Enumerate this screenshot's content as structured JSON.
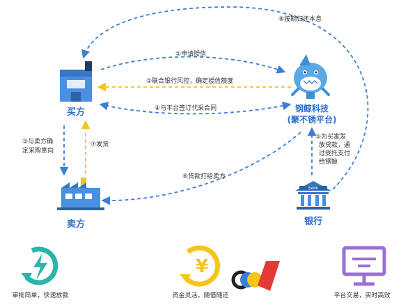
{
  "nodes": {
    "buyer": "买方",
    "seller": "卖方",
    "platform_line1": "钢鲸科技",
    "platform_line2": "(聚不锈平台)",
    "bank": "银行",
    "bank_sign": "BANK"
  },
  "steps": {
    "s1": "①申请授信",
    "s2": "②联合银行风控，确定授信额度",
    "s3_line1": "③与卖方确",
    "s3_line2": "定采购意向",
    "s4": "④与平台签订代采合同",
    "s5_line1": "⑤为买家发",
    "s5_line2": "放贷款，通",
    "s5_line3": "过受托支付",
    "s5_line4": "给钢鲸",
    "s6": "⑥货款打给卖方",
    "s7": "⑦发货",
    "s8": "⑧按期归还本息"
  },
  "features": {
    "f1": "审批简单，快速放款",
    "f2": "资金灵活，随借随还",
    "f3": "平台交易，实时高效"
  },
  "icons": {
    "f1": "lightning-refresh-icon",
    "f2": "yen-refresh-icon",
    "f3": "monitor-icon"
  },
  "colors": {
    "blue": "#3b7dd8",
    "yellow": "#f5c518",
    "dark_blue": "#2a6fc9",
    "purple": "#9b6fd4",
    "teal": "#2bb5a8"
  }
}
